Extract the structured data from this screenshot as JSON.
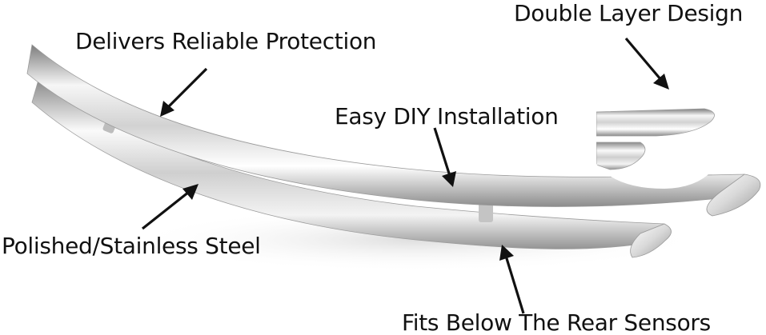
{
  "callouts": {
    "protection": "Delivers Reliable Protection",
    "double_layer": "Double Layer Design",
    "diy": "Easy DIY Installation",
    "steel": "Polished/Stainless Steel",
    "sensors": "Fits Below The Rear Sensors"
  },
  "colors": {
    "text": "#111111",
    "arrow": "#111111",
    "chrome_light": "#f4f4f4",
    "chrome_mid": "#c8c8c8",
    "chrome_dark": "#8a8a8a",
    "background": "#ffffff"
  }
}
